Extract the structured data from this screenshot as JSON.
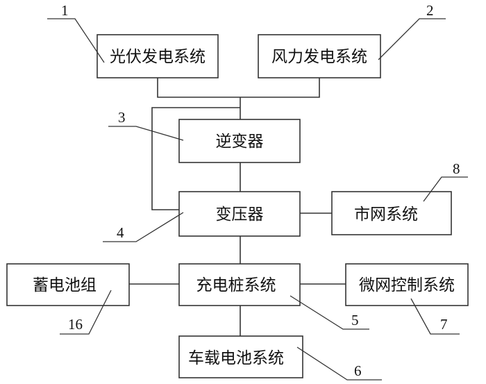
{
  "blocks": {
    "pv": "光伏发电系统",
    "wind": "风力发电系统",
    "inverter": "逆变器",
    "transformer": "变压器",
    "grid": "市网系统",
    "battery_pack": "蓄电池组",
    "charging_pile": "充电桩系统",
    "microgrid_ctrl": "微网控制系统",
    "vehicle_battery": "车载电池系统"
  },
  "labels": {
    "n1": "1",
    "n2": "2",
    "n3": "3",
    "n4": "4",
    "n5": "5",
    "n6": "6",
    "n7": "7",
    "n8": "8",
    "n16": "16"
  }
}
